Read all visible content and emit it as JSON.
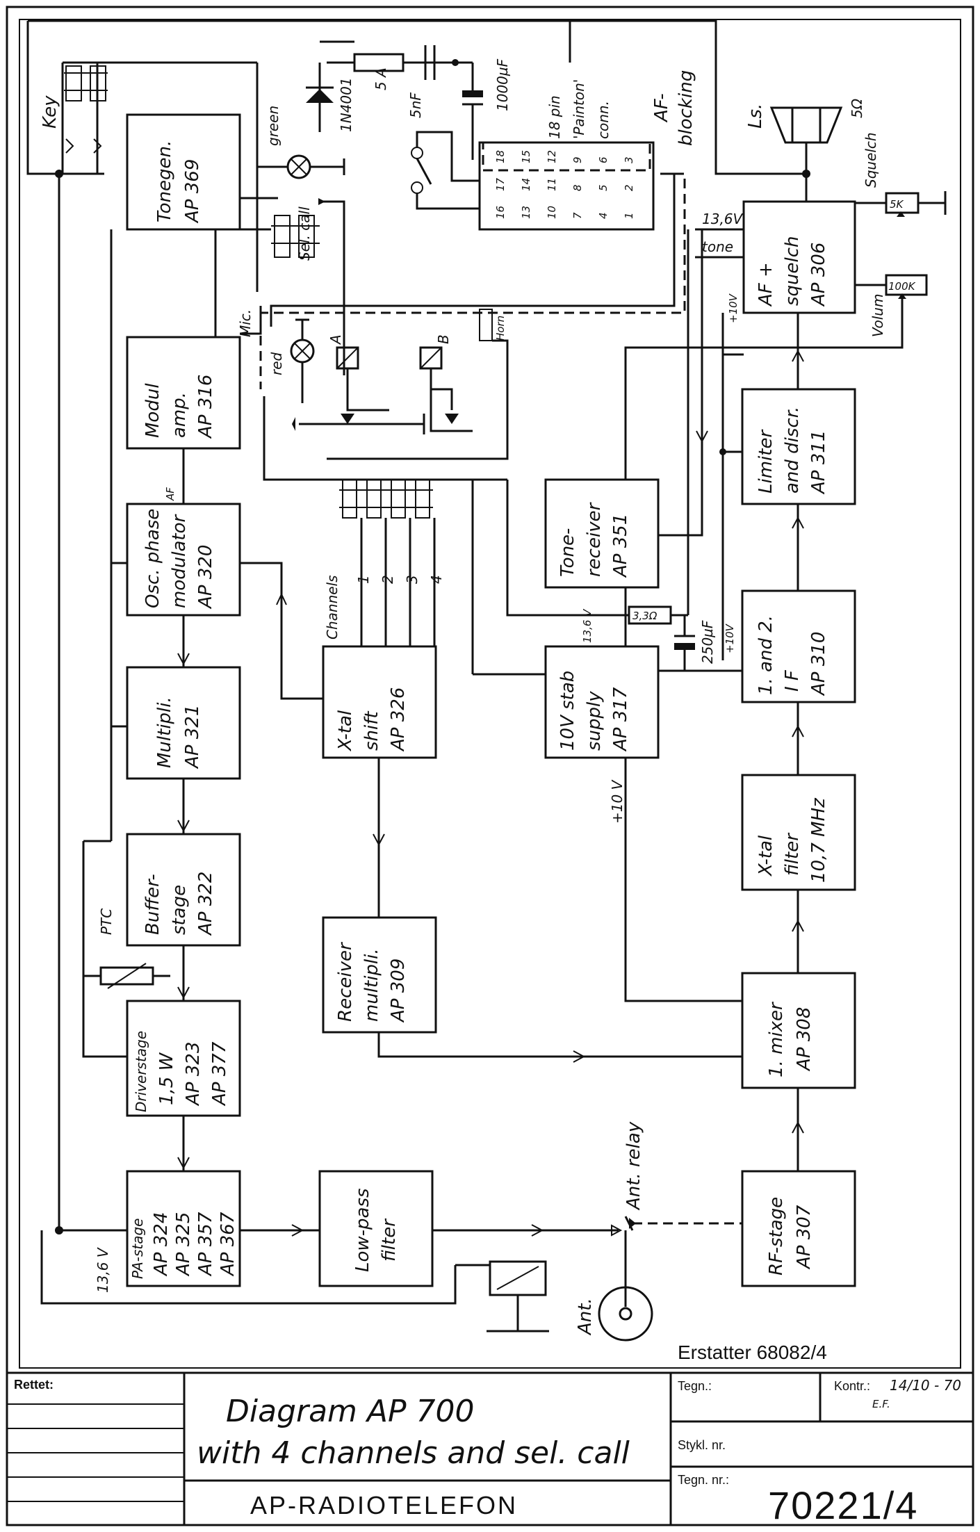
{
  "blocks": {
    "key": "Key",
    "tonegen": [
      "Tonegen.",
      "AP 369"
    ],
    "modul": [
      "Modul",
      "amp.",
      "AP 316"
    ],
    "osc": [
      "Osc. phase",
      "modulator",
      "AP 320"
    ],
    "multipli": [
      "Multipli.",
      "AP 321"
    ],
    "buffer": [
      "Buffer-",
      "stage",
      "AP 322"
    ],
    "driver": [
      "Driverstage",
      "1,5 W",
      "AP 323",
      "AP 377"
    ],
    "pa": [
      "PA-stage",
      "AP 324",
      "AP 325",
      "AP 357",
      "AP 367"
    ],
    "lowpass": [
      "Low-pass",
      "filter"
    ],
    "xtalshift": [
      "X-tal",
      "shift",
      "AP 326"
    ],
    "recmult": [
      "Receiver",
      "multipli.",
      "AP 309"
    ],
    "tonerec": [
      "Tone-",
      "receiver",
      "AP 351"
    ],
    "stab": [
      "10V stab",
      "supply",
      "AP 317"
    ],
    "af": [
      "AF +",
      "squelch",
      "AP 306"
    ],
    "limiter": [
      "Limiter",
      "and discr.",
      "AP 311"
    ],
    "if": [
      "1. and 2.",
      "I F",
      "AP 310"
    ],
    "xtalfilter": [
      "X-tal",
      "filter",
      "10,7 MHz"
    ],
    "mixer": [
      "1. mixer",
      "AP 308"
    ],
    "rf": [
      "RF-stage",
      "AP 307"
    ]
  },
  "labels": {
    "green": "green",
    "diode": "1N4001",
    "fuse": "5 A",
    "cap5n": "5nF",
    "cap1000": "1000µF",
    "pin18": "18 pin",
    "painton": "'Painton'",
    "conn": "conn.",
    "afblocking": [
      "AF-",
      "blocking"
    ],
    "ls": "Ls.",
    "ohm5": "5Ω",
    "squelch": "Squelch",
    "pot5k": "5K",
    "pot100k": "100K",
    "volum": "Volum",
    "v136": "13,6V",
    "tone": "tone",
    "plus10v": "+10V",
    "selcall": [
      "Sel. call"
    ],
    "mic": "Mic.",
    "red": "red",
    "relayA": "A",
    "relayB": "B",
    "horn": "Horn",
    "af_small": "AF",
    "channels": "Channels",
    "ch": [
      "1",
      "2",
      "3",
      "4"
    ],
    "v136b": "13,6 V",
    "res33": "3,3Ω",
    "cap250": "250µF",
    "v136c": "13,6 V",
    "plus10v_b": "+10V",
    "plus10v_c": "+10 V",
    "ptc": "PTC",
    "antrelay": "Ant. relay",
    "ant": "Ant.",
    "pins_top": [
      "18",
      "15",
      "12",
      "9",
      "6",
      "3"
    ],
    "pins_mid": [
      "17",
      "14",
      "11",
      "8",
      "5",
      "2"
    ],
    "pins_bot": [
      "16",
      "13",
      "10",
      "7",
      "4",
      "1"
    ]
  },
  "titleblock": {
    "erstatter": "Erstatter 68082/4",
    "rettet": "Rettet:",
    "title1": "Diagram  AP 700",
    "title2": "with 4 channels  and sel. call",
    "company": "AP-RADIOTELEFON",
    "tegn": "Tegn.:",
    "kontr": "Kontr.:",
    "kontr_val": "14/10 - 70",
    "kontr_init": "E.F.",
    "stykl": "Stykl. nr.",
    "tegnnr": "Tegn. nr.:",
    "drawing_no": "70221/4"
  }
}
